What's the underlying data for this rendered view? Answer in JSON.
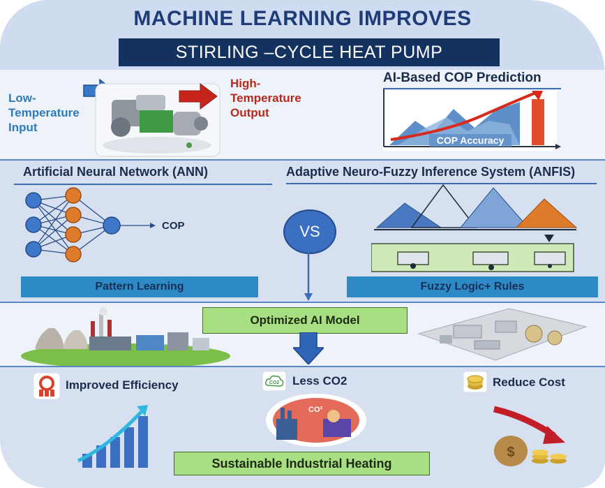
{
  "header": {
    "title": "MACHINE LEARNING IMPROVES",
    "subtitle": "STIRLING –CYCLE HEAT PUMP PREDICTION"
  },
  "heat_pump": {
    "input_label": "Low-\nTemperature\nInput",
    "output_label": "High-\nTemperature\nOutput"
  },
  "cop_prediction": {
    "title": "AI-Based COP Prediction",
    "chart_label": "COP Accuracy"
  },
  "ann": {
    "title": "Artificial Neural Network (ANN)",
    "output_label": "COP",
    "bar_label": "Pattern Learning"
  },
  "vs_label": "VS",
  "anfis": {
    "title": "Adaptive Neuro-Fuzzy Inference System (ANFIS)",
    "bar_label": "Fuzzy Logic+ Rules"
  },
  "optimized_model": "Optimized AI Model",
  "benefits": {
    "efficiency": "Improved Efficiency",
    "co2": "Less CO2",
    "cost": "Reduce Cost"
  },
  "co2_icon_text": "CO2",
  "co2_scene_text": "CO²",
  "footer_label": "Sustainable Industrial Heating",
  "colors": {
    "navy": "#13325f",
    "title_blue": "#1f3c78",
    "accent_blue": "#2e8ac6",
    "orange": "#e07a2b",
    "green": "#a9df83",
    "red": "#c0392b"
  }
}
